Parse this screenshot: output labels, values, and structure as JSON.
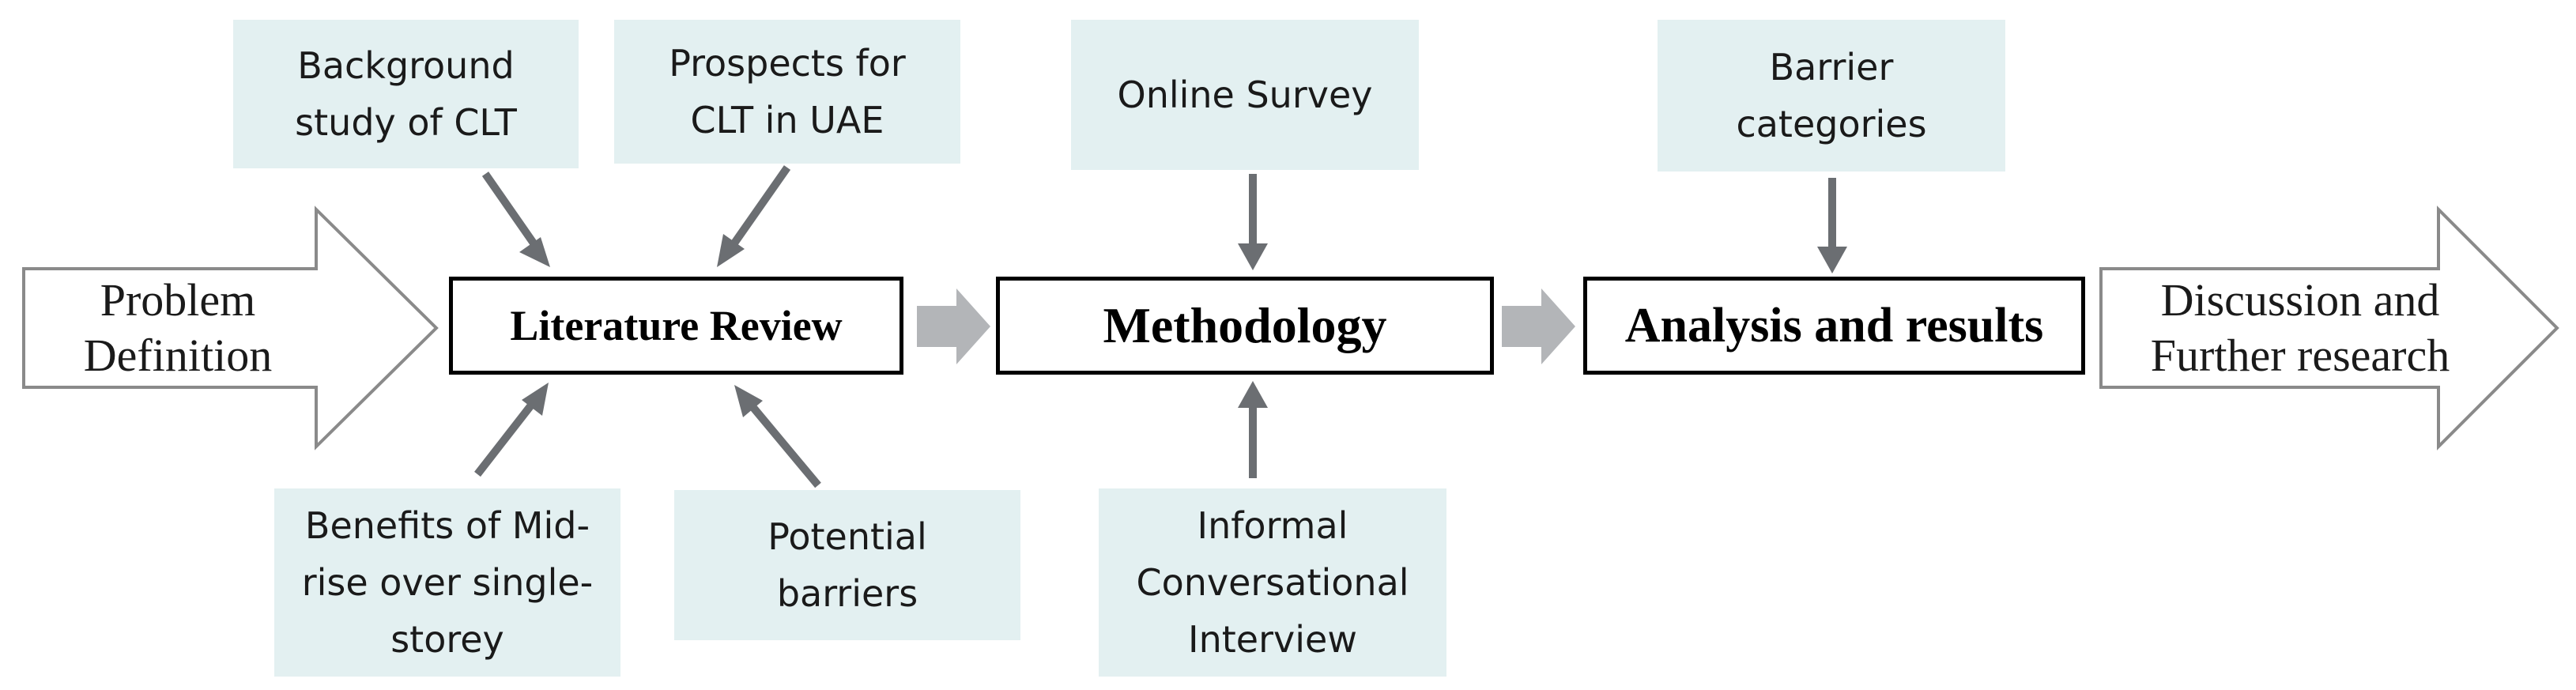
{
  "colors": {
    "info_box_fill": "#e3f0f1",
    "connector": "#6b6e72",
    "flow_arrow": "#b3b5b8",
    "stage_border": "#000000"
  },
  "start": {
    "label": "Problem\nDefinition"
  },
  "end": {
    "label": "Discussion and\nFurther research"
  },
  "stages": {
    "literature_review": "Literature Review",
    "methodology": "Methodology",
    "analysis": "Analysis and results"
  },
  "inputs": {
    "background_study": "Background\nstudy of CLT",
    "prospects": "Prospects for\nCLT in UAE",
    "benefits": "Benefits of Mid-\nrise over single-\nstorey",
    "potential_barriers": "Potential\nbarriers",
    "online_survey": "Online Survey",
    "informal_interview": "Informal\nConversational\nInterview",
    "barrier_categories": "Barrier\ncategories"
  }
}
